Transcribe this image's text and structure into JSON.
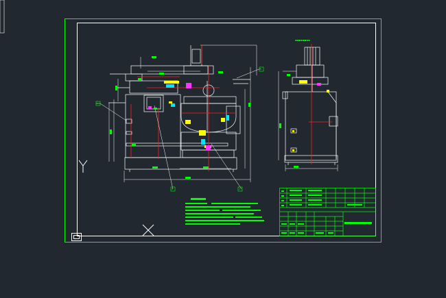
{
  "viewport": {
    "background": "#212830",
    "frame_color": "#00ff00",
    "linework_color": "#ffffff",
    "ucs_icon": "ucs-y-axis-icon",
    "origin_icon": "world-origin-x-icon"
  },
  "drawing": {
    "colors": {
      "green": "#00ff00",
      "red": "#ff2020",
      "cyan": "#00e5ff",
      "yellow": "#ffff00",
      "magenta": "#ff33ff",
      "white": "#ffffff"
    },
    "callouts": [
      "1",
      "2",
      "3",
      "4"
    ],
    "notes_title_glyphs": "▪ ▪ ▪ ▪",
    "side_view_caption_glyphs": "▪▪▪▪▪▪▪▪"
  }
}
